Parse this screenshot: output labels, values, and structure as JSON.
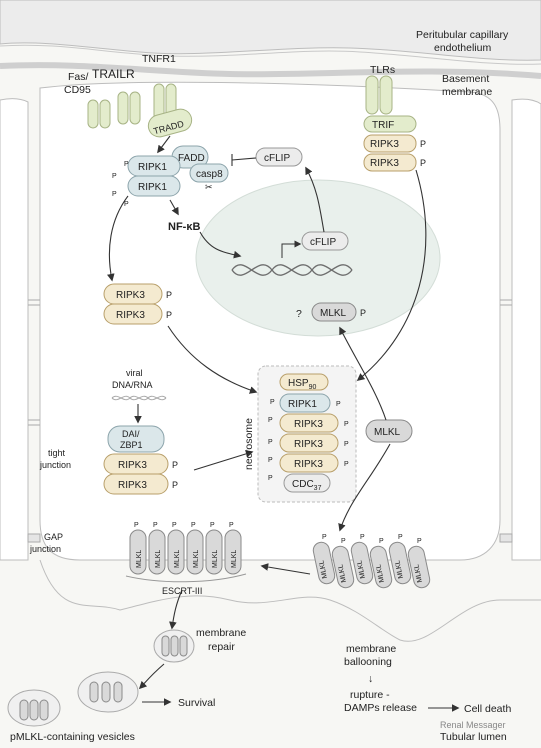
{
  "labels": {
    "capillary": [
      "Peritubular capillary",
      "endothelium"
    ],
    "basement": [
      "Basement",
      "membrane"
    ],
    "fas": [
      "Fas/",
      "CD95"
    ],
    "trailr": "TRAILR",
    "tnfr1": "TNFR1",
    "tradd": "TRADD",
    "tlrs": "TLRs",
    "trif": "TRIF",
    "ripk3": "RIPK3",
    "ripk1": "RIPK1",
    "fadd": "FADD",
    "casp8": "casp8",
    "nfkb": "NF-κB",
    "cflip": "cFLIP",
    "question": "?",
    "mlkl": "MLKL",
    "p": "P",
    "viral": [
      "viral",
      "DNA/RNA"
    ],
    "dai": [
      "DAI/",
      "ZBP1"
    ],
    "hsp": "HSP",
    "hsp_sub": "90",
    "cdc": "CDC",
    "cdc_sub": "37",
    "necrosome": "necrosome",
    "tight": [
      "tight",
      "junction"
    ],
    "gap": [
      "GAP",
      "junction"
    ],
    "escrt": "ESCRT-III",
    "membrane_repair": [
      "membrane",
      "repair"
    ],
    "survival": "Survival",
    "vesicles": "pMLKL-containing vesicles",
    "ballooning": [
      "membrane",
      "ballooning"
    ],
    "arrow_down": "↓",
    "rupture": [
      "rupture -",
      "DAMPs release"
    ],
    "cell_death": "Cell death",
    "watermark": "Renal Messager",
    "lumen": "Tubular lumen"
  },
  "colors": {
    "background": "#f7f7f4",
    "cell": "#ffffff",
    "ripk3_fill": "#f4ead0",
    "ripk1_fill": "#dbe7ea",
    "receptor": "#e3eccc",
    "mlkl_fill": "#d9d9d9",
    "nucleus": "#e9f0ec",
    "outline": "#7a7a7a"
  },
  "icons": [
    "curved-arrow-icon",
    "scissors-icon",
    "dna-helix-icon",
    "inhibit-arrow-icon"
  ]
}
